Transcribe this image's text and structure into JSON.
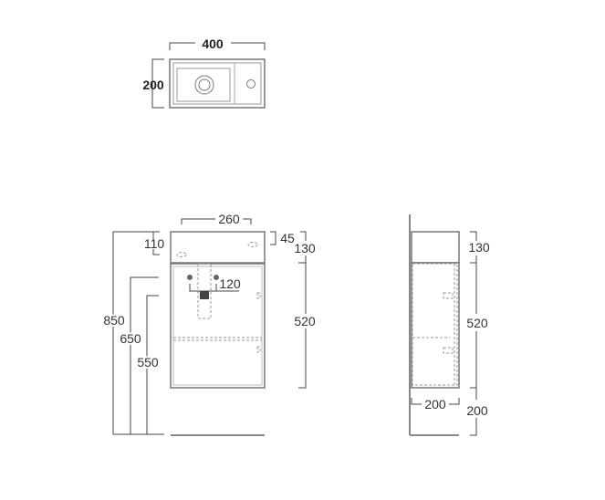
{
  "top_view": {
    "width": "400",
    "depth": "200"
  },
  "front_view": {
    "basin_width": "260",
    "slab_offset": "110",
    "tap_offset": "45",
    "slab_height": "130",
    "cabinet_height": "520",
    "drain_spacing": "120",
    "total_height": "850",
    "waste_height": "650",
    "supply_height": "550"
  },
  "side_view": {
    "slab_height": "130",
    "cabinet_height": "520",
    "cabinet_depth": "200",
    "floor_clearance": "200"
  }
}
